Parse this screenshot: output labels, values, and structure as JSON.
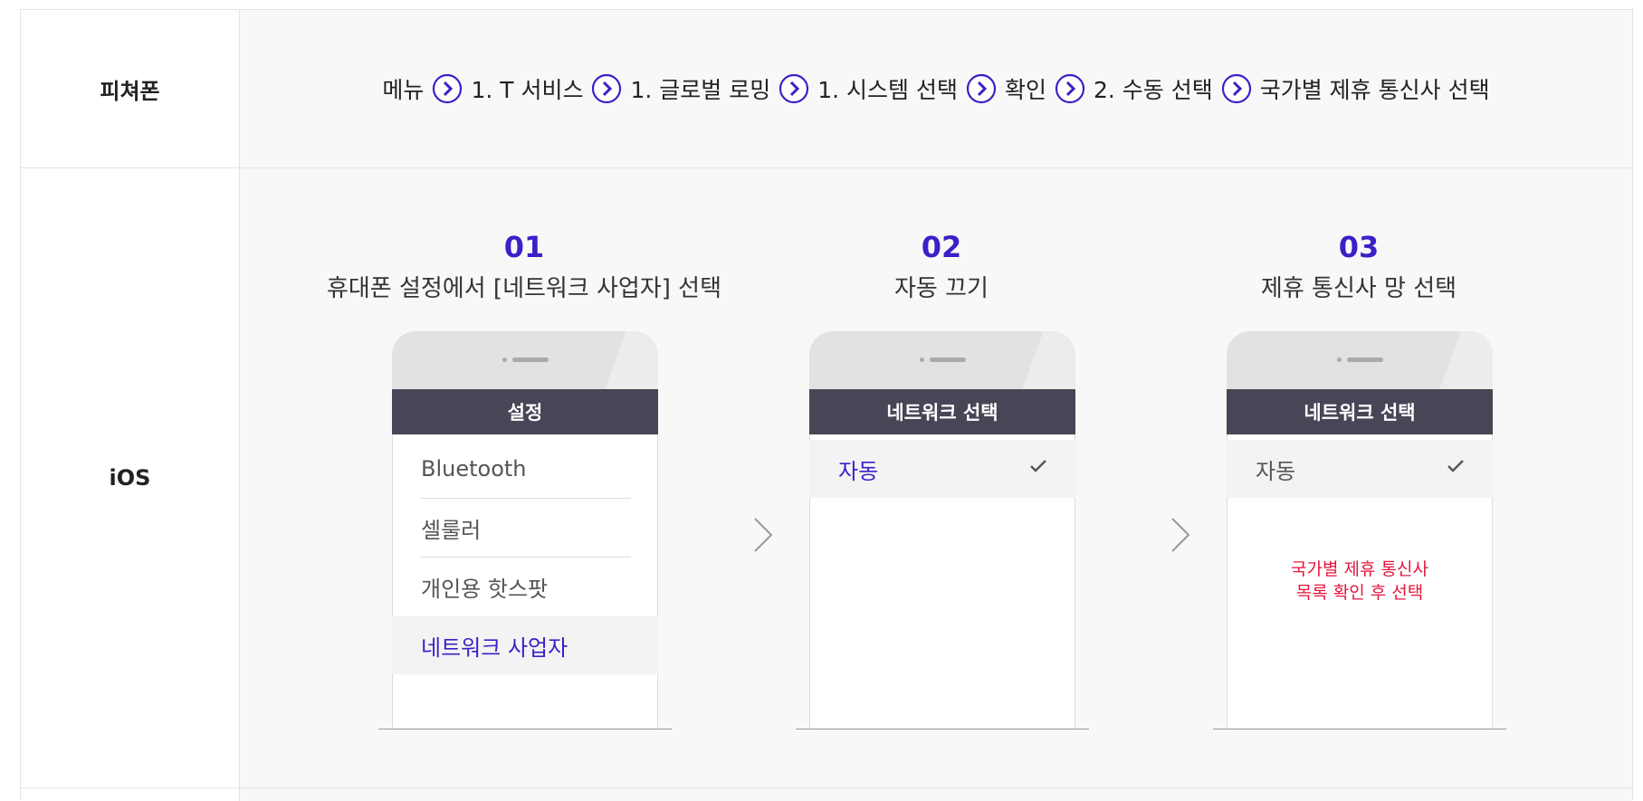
{
  "rows": [
    {
      "label": "피쳐폰",
      "path": [
        "메뉴",
        "1. T 서비스",
        "1. 글로벌 로밍",
        "1. 시스템 선택",
        "확인",
        "2. 수동 선택",
        "국가별 제휴 통신사 선택"
      ],
      "separator_icon": "chevron-right-circle-icon"
    },
    {
      "label": "iOS",
      "steps": [
        {
          "number": "01",
          "description": "휴대폰 설정에서 [네트워크 사업자] 선택",
          "screen_title": "설정",
          "items": [
            "Bluetooth",
            "셀룰러",
            "개인용 핫스팟",
            "네트워크 사업자"
          ],
          "selected_item": "네트워크 사업자"
        },
        {
          "number": "02",
          "description": "자동 끄기",
          "screen_title": "네트워크 선택",
          "items": [
            "자동"
          ]
        },
        {
          "number": "03",
          "description": "제휴 통신사 망 선택",
          "screen_title": "네트워크 선택",
          "items": [
            "자동"
          ],
          "note": [
            "국가별 제휴 통신사",
            "목록 확인 후 선택"
          ]
        }
      ]
    }
  ],
  "colors": {
    "accent": "#3d1fc7",
    "note": "#e3173d",
    "phone_header": "#4a4556"
  }
}
